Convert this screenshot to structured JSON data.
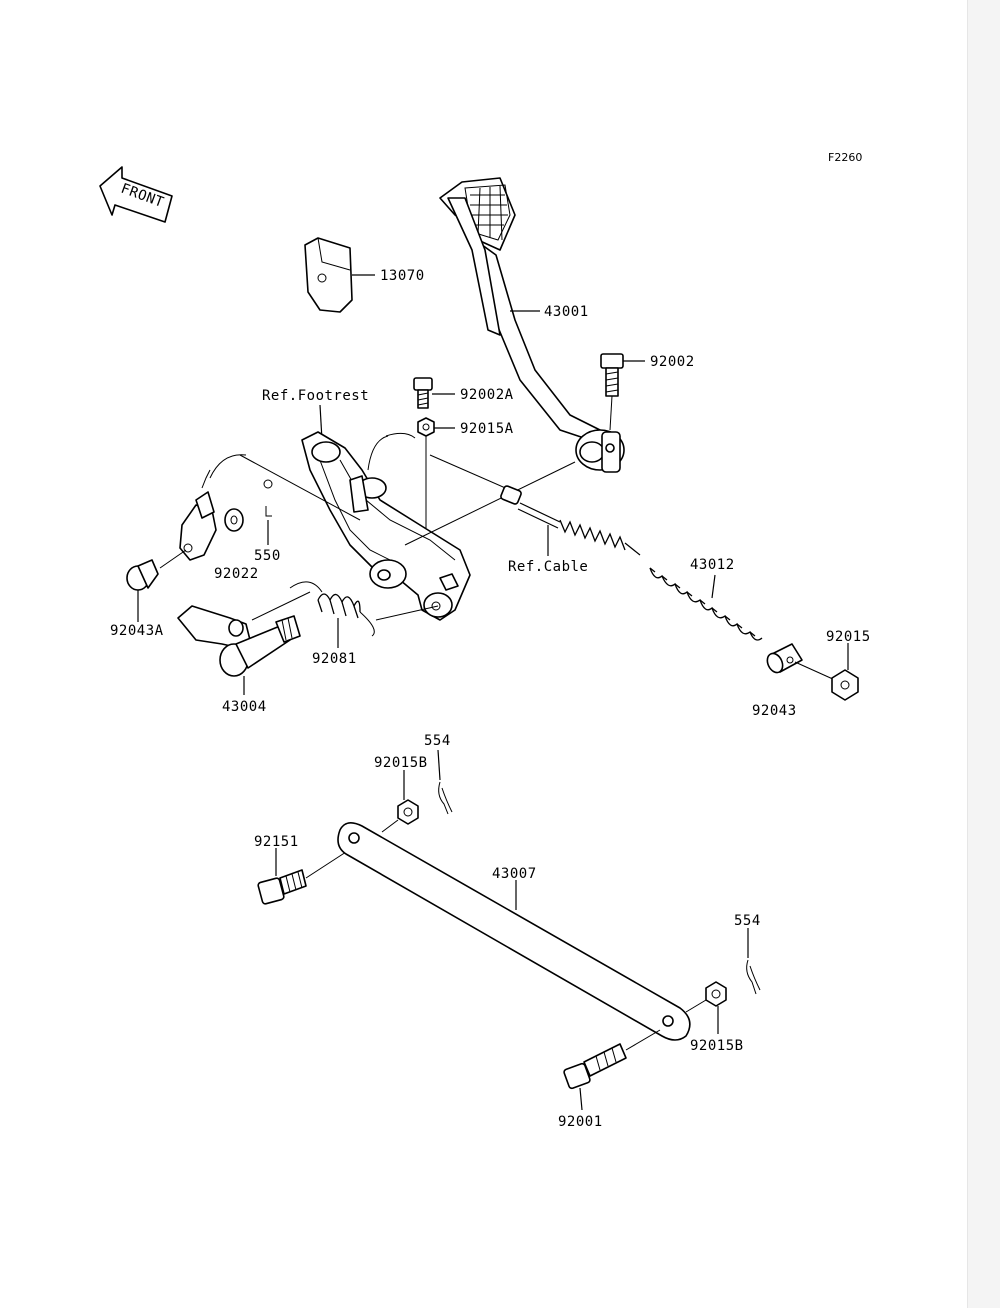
{
  "figure_code": "F2260",
  "direction_arrow": {
    "text": "FRONT",
    "icon": "front-direction-arrow-icon"
  },
  "callouts": {
    "p13070": "13070",
    "p43001": "43001",
    "p92002": "92002",
    "p92002A": "92002A",
    "p92015A": "92015A",
    "ref_footrest": "Ref.Footrest",
    "p550": "550",
    "p92022": "92022",
    "p92043A": "92043A",
    "ref_cable": "Ref.Cable",
    "p43012": "43012",
    "p92015": "92015",
    "p92043": "92043",
    "p92081": "92081",
    "p43004": "43004",
    "p554_top": "554",
    "p92015B_top": "92015B",
    "p92151": "92151",
    "p43007": "43007",
    "p554_right": "554",
    "p92015B_bottom": "92015B",
    "p92001": "92001"
  }
}
